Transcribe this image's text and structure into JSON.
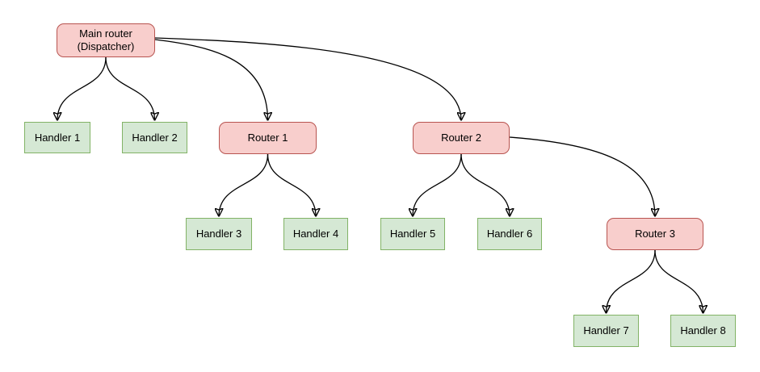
{
  "colors": {
    "background": "#ffffff",
    "router_fill": "#f8cecc",
    "router_border": "#b85450",
    "handler_fill": "#d5e8d4",
    "handler_border": "#82b366",
    "edge": "#000000"
  },
  "nodes": {
    "main": {
      "type": "router",
      "line1": "Main router",
      "line2": "(Dispatcher)"
    },
    "handler1": {
      "type": "handler",
      "label": "Handler 1"
    },
    "handler2": {
      "type": "handler",
      "label": "Handler 2"
    },
    "router1": {
      "type": "router",
      "label": "Router 1"
    },
    "router2": {
      "type": "router",
      "label": "Router 2"
    },
    "handler3": {
      "type": "handler",
      "label": "Handler 3"
    },
    "handler4": {
      "type": "handler",
      "label": "Handler 4"
    },
    "handler5": {
      "type": "handler",
      "label": "Handler 5"
    },
    "handler6": {
      "type": "handler",
      "label": "Handler 6"
    },
    "router3": {
      "type": "router",
      "label": "Router 3"
    },
    "handler7": {
      "type": "handler",
      "label": "Handler 7"
    },
    "handler8": {
      "type": "handler",
      "label": "Handler 8"
    }
  },
  "edges": [
    {
      "from": "main",
      "to": "handler1"
    },
    {
      "from": "main",
      "to": "handler2"
    },
    {
      "from": "main",
      "to": "router1"
    },
    {
      "from": "main",
      "to": "router2"
    },
    {
      "from": "router1",
      "to": "handler3"
    },
    {
      "from": "router1",
      "to": "handler4"
    },
    {
      "from": "router2",
      "to": "handler5"
    },
    {
      "from": "router2",
      "to": "handler6"
    },
    {
      "from": "router2",
      "to": "router3"
    },
    {
      "from": "router3",
      "to": "handler7"
    },
    {
      "from": "router3",
      "to": "handler8"
    }
  ]
}
